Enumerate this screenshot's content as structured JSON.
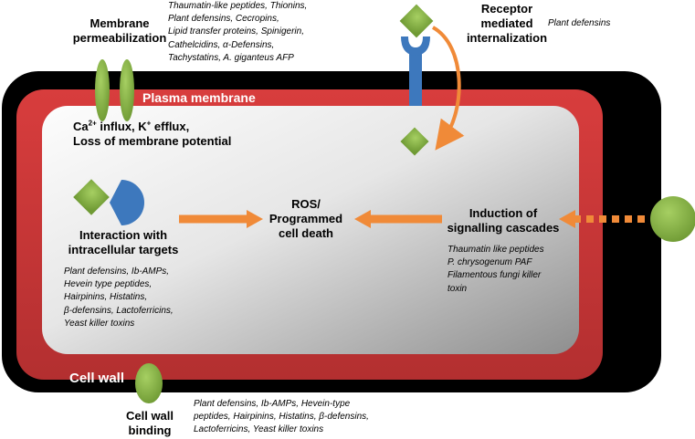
{
  "membrane_permeabilization": {
    "title": [
      "Membrane",
      "permeabilization"
    ],
    "peptides": [
      "Thaumatin-like peptides, Thionins,",
      "Plant defensins, Cecropins,",
      "Lipid transfer proteins, Spinigerin,",
      "Cathelcidins, α-Defensins,",
      "Tachystatins, A. giganteus AFP"
    ]
  },
  "receptor_internalization": {
    "title": [
      "Receptor",
      "mediated",
      "internalization"
    ],
    "peptides": "Plant defensins"
  },
  "plasma_membrane_label": "Plasma membrane",
  "ion_flux": {
    "ca_prefix": "Ca",
    "ca_sup": "2+",
    "k_prefix": " influx, K",
    "k_sup": "+",
    "k_suffix": " efflux,",
    "line2": "Loss of membrane potential"
  },
  "center": [
    "ROS/",
    "Programmed",
    "cell death"
  ],
  "intracellular": {
    "title": [
      "Interaction with",
      "intracellular targets"
    ],
    "peptides": [
      "Plant defensins, Ib-AMPs,",
      "Hevein type peptides,",
      "Hairpinins, Histatins,",
      "β-defensins, Lactoferricins,",
      "Yeast killer toxins"
    ]
  },
  "signalling": {
    "title": [
      "Induction of",
      "signalling cascades"
    ],
    "peptides": [
      "Thaumatin like peptides",
      "P. chrysogenum PAF",
      "Filamentous fungi killer",
      "toxin"
    ]
  },
  "cell_wall_label": "Cell wall",
  "cell_wall_binding": {
    "title": [
      "Cell wall",
      "binding"
    ],
    "peptides": [
      "Plant defensins, Ib-AMPs, Hevein-type",
      "peptides, Hairpinins, Histatins, β-defensins,",
      "Lactoferricins, Yeast killer toxins"
    ]
  },
  "colors": {
    "cell_wall": "#000000",
    "plasma_membrane": "#d0393a",
    "cytoplasm_light": "#f7f7f7",
    "cytoplasm_dark": "#8e8e8e",
    "peptide_green": "#8ab84a",
    "receptor_blue": "#3d78bd",
    "arrow_orange": "#f08a38"
  }
}
